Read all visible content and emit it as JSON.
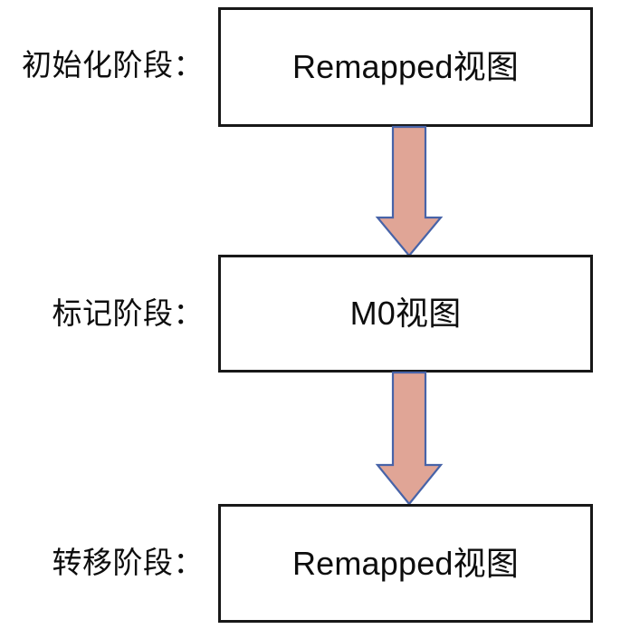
{
  "diagram": {
    "type": "flowchart",
    "orientation": "vertical",
    "background_color": "#ffffff",
    "box_border_color": "#181818",
    "box_fill_color": "#ffffff",
    "arrow_fill_color": "#e0a596",
    "arrow_border_color": "#4763a8",
    "text_color": "#0d0d0d",
    "stages": [
      {
        "label": "初始化阶段：",
        "node_text": "Remapped视图"
      },
      {
        "label": "标记阶段：",
        "node_text": "M0视图"
      },
      {
        "label": "转移阶段：",
        "node_text": "Remapped视图"
      }
    ],
    "arrows": [
      {
        "from": "初始化阶段：",
        "to": "标记阶段：",
        "direction": "down"
      },
      {
        "from": "标记阶段：",
        "to": "转移阶段：",
        "direction": "down"
      }
    ]
  }
}
